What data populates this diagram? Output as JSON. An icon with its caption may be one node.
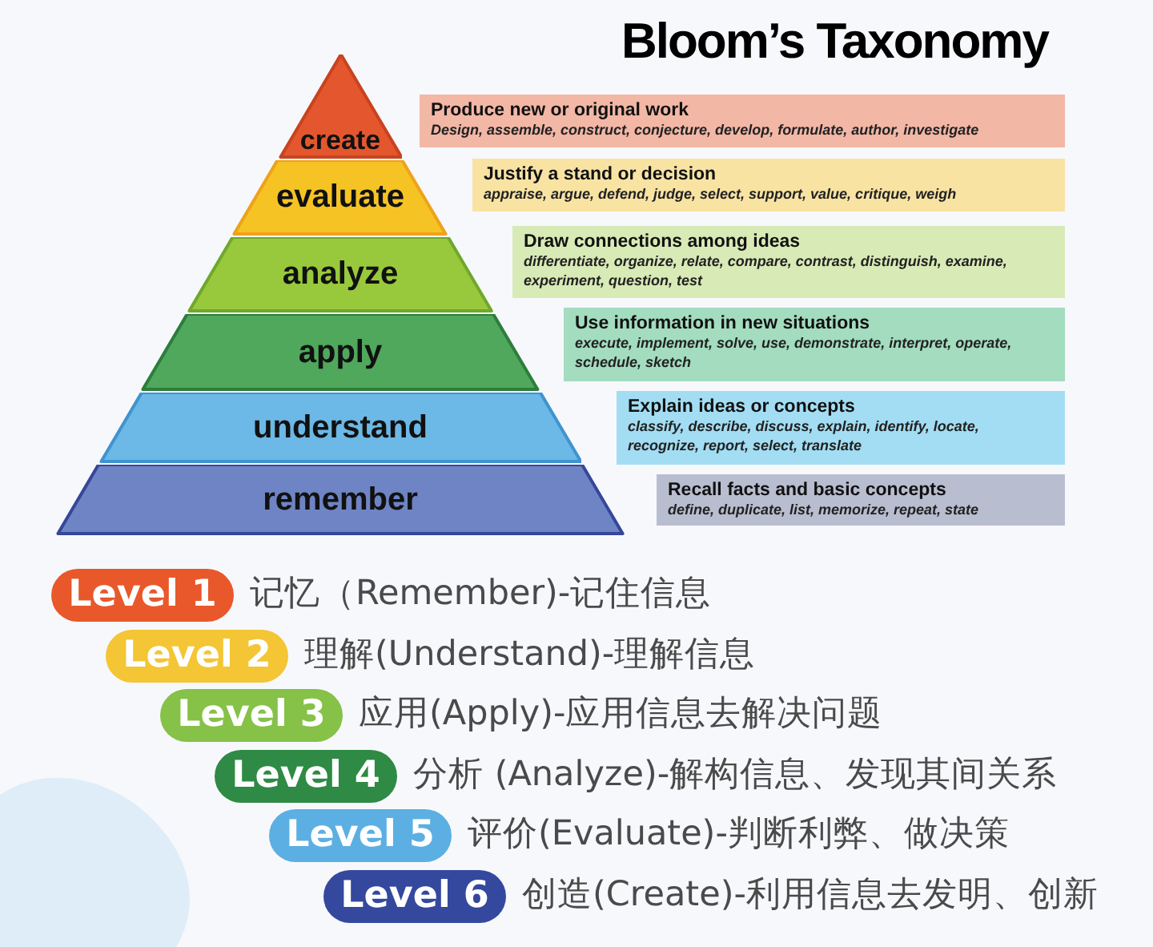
{
  "diagram": {
    "title": "Bloom’s Taxonomy",
    "nodes": [
      {
        "text": [
          "create"
        ]
      },
      {
        "text": [
          "Produce new or original work",
          "Design, assemble, construct, conjecture, develop, formulate, author, investigate"
        ]
      },
      {
        "text": [
          "evaluate"
        ]
      },
      {
        "text": [
          "Justify a stand or decision",
          "appraise, argue, defend, judge, select, support, value, critique, weigh"
        ]
      },
      {
        "text": [
          "analyze"
        ]
      },
      {
        "text": [
          "Draw connections among ideas",
          "differentiate, organize, relate, compare, contrast, distinguish, examine, experiment, question, test"
        ]
      },
      {
        "text": [
          "apply"
        ]
      },
      {
        "text": [
          "Use information in new situations",
          "execute, implement, solve, use, demonstrate, interpret, operate, schedule, sketch"
        ]
      },
      {
        "text": [
          "understand"
        ]
      },
      {
        "text": [
          "Explain ideas or concepts",
          "classify, describe, discuss, explain, identify, locate, recognize, report, select, translate"
        ]
      },
      {
        "text": [
          "remember"
        ]
      },
      {
        "text": [
          "Recall facts and basic concepts",
          "define, duplicate, list, memorize, repeat, state"
        ]
      },
      {
        "text": [
          "Level 1"
        ],
        "beside": [
          "记忆（Remember)-记住信息"
        ]
      },
      {
        "text": [
          "Level 2"
        ],
        "beside": [
          "理解(Understand)-理解信息"
        ]
      },
      {
        "text": [
          "Level 3"
        ],
        "beside": [
          "应用(Apply)-应用信息去解决问题"
        ]
      },
      {
        "text": [
          "Level 4"
        ],
        "beside": [
          "分析 (Analyze)-解构信息、发现其间关系"
        ]
      },
      {
        "text": [
          "Level 5"
        ],
        "beside": [
          "评价(Evaluate)-判断利弊、做决策"
        ]
      },
      {
        "text": [
          "Level 6"
        ],
        "beside": [
          "创造(Create)-利用信息去发明、创新"
        ]
      }
    ]
  }
}
